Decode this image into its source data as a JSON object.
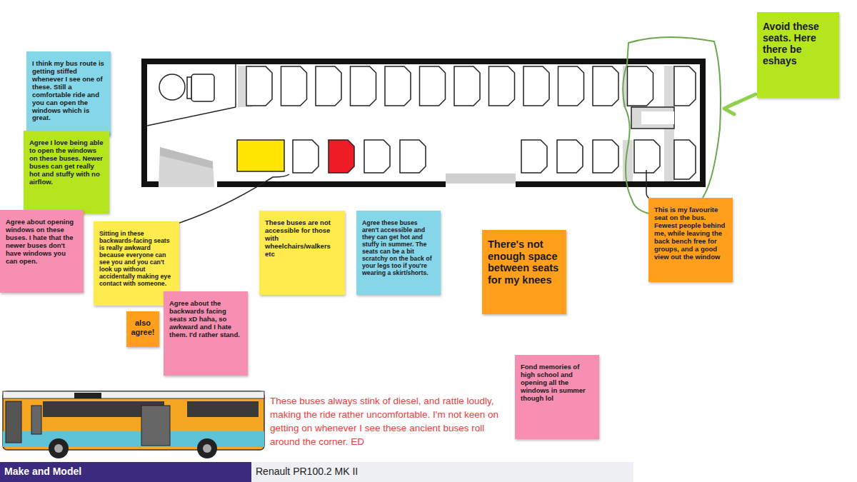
{
  "diagram": {
    "nodes": [
      {
        "text": [
          "I think my bus route is getting stiffed whenever I see one of these. Still a comfortable ride and you can open the windows which is great."
        ]
      },
      {
        "text": [
          "Agree I love being able to open the windows on these buses. Newer buses can get really hot and stuffy with no airflow."
        ]
      },
      {
        "text": [
          "Agree about opening windows on these buses. I hate that the newer buses don't have windows you can open."
        ]
      },
      {
        "text": [
          "Sitting in these backwards-facing seats is really awkward because everyone can see you and you can't look up without accidentally making eye contact with someone."
        ]
      },
      {
        "text": [
          "also agree!"
        ]
      },
      {
        "text": [
          "Agree about the backwards facing seats xD haha, so awkward and I hate them. I'd rather stand."
        ]
      },
      {
        "text": [
          "These buses are not accessible for those with wheelchairs/walkers etc"
        ]
      },
      {
        "text": [
          "Agree these buses aren't accessible and they can get hot and stuffy in summer. The seats can be a bit scratchy on the back of your legs too if you're wearing a skirt/shorts."
        ]
      },
      {
        "text": [
          "There's not enough space between seats for my knees"
        ]
      },
      {
        "text": [
          "This is my favourite seat on the bus. Fewest people behind me, while leaving the back bench free for groups, and a good view out the window"
        ]
      },
      {
        "text": [
          "Avoid these seats. Here there be eshays"
        ]
      },
      {
        "text": [
          "Fond memories of high school and opening all the windows in summer though lol"
        ]
      },
      {
        "text": [
          "Make and Model"
        ]
      },
      {
        "text": [
          "Renault PR100.2 MK II"
        ]
      }
    ],
    "labels": [
      "These buses always stink of diesel, and rattle loudly, making the ride rather uncomfortable. I'm not keen on getting on whenever I see these ancient buses roll around the corner. ED"
    ]
  }
}
